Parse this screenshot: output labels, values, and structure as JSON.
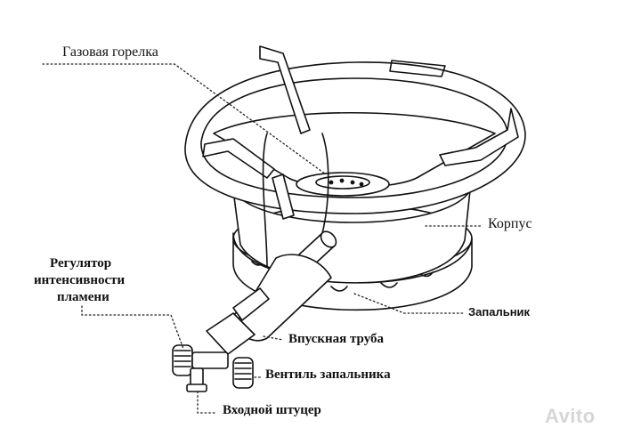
{
  "labels": {
    "burner": "Газовая горелка",
    "body": "Корпус",
    "regulator_line1": "Регулятор",
    "regulator_line2": "интенсивности",
    "regulator_line3": "пламени",
    "igniter": "Запальник",
    "inlet_pipe": "Впускная труба",
    "igniter_valve": "Вентиль запальника",
    "inlet_fitting": "Входной штуцер"
  },
  "watermark": "Avito",
  "colors": {
    "line": "#111111",
    "leader": "#222222",
    "watermark": "#d6d6d6"
  }
}
